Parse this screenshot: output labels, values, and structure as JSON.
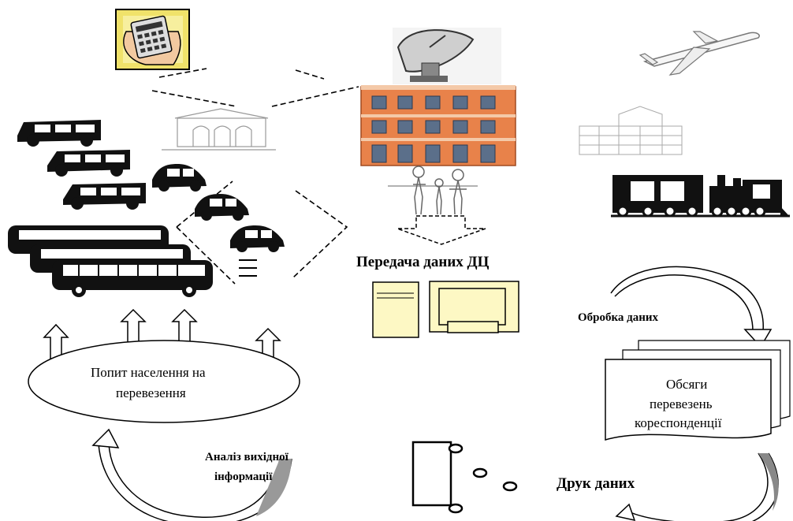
{
  "labels": {
    "data_transfer": "Передача даних ДЦ",
    "data_processing": "Обробка даних",
    "demand_line1": "Попит населення на",
    "demand_line2": "перевезення",
    "volume_line1": "Обсяги",
    "volume_line2": "перевезень",
    "volume_line3": "кореспонденції",
    "analysis_line1": "Аналіз вихідної",
    "analysis_line2": "інформації",
    "print": "Друк даних"
  },
  "icons": {
    "calculator": "calculator-icon",
    "satellite_dish": "satellite-dish-icon",
    "airplane": "airplane-icon",
    "station_sketch_left": "station-building-icon",
    "city_building": "city-building-icon",
    "station_sketch_right": "station-building-icon",
    "family": "family-icon",
    "train": "locomotive-icon",
    "computer": "computer-icon",
    "printer": "printer-icon"
  },
  "colors": {
    "line": "#000000",
    "building_facade": "#e8824a",
    "building_trim": "#f4c9a8",
    "computer_fill": "#fdf8c4",
    "calculator_bg": "#f0e26a"
  }
}
